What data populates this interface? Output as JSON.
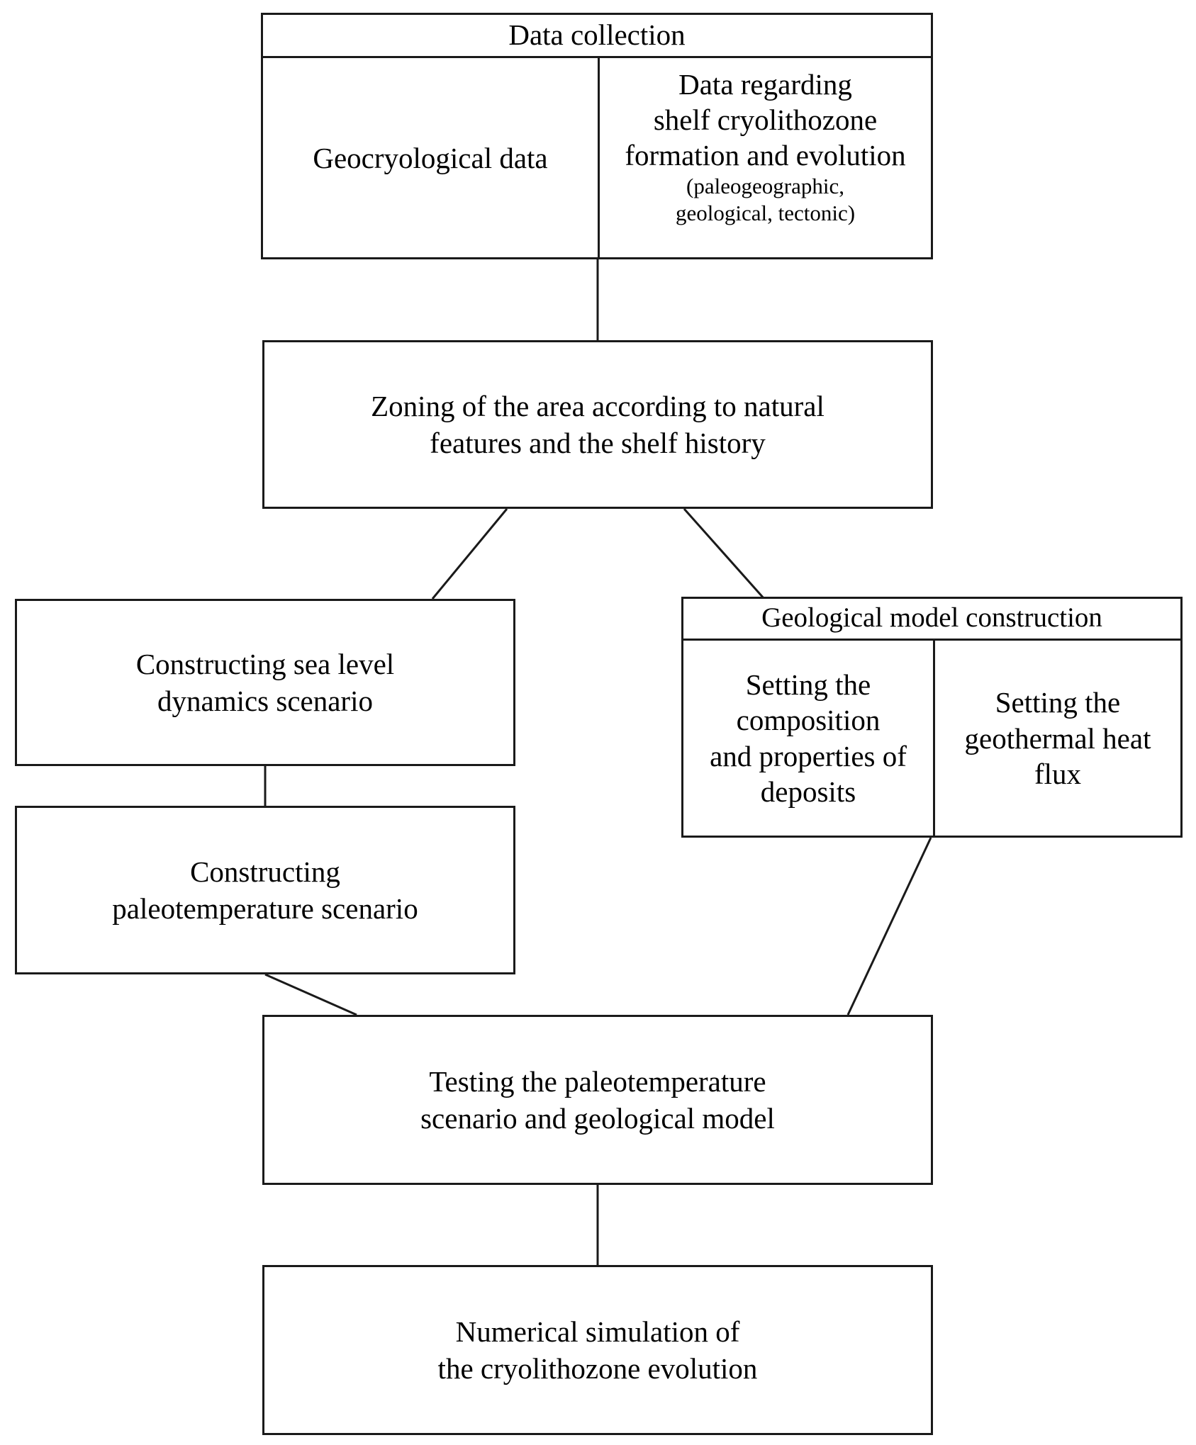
{
  "diagram": {
    "title": "Shelf cryolithozone modelling workflow flowchart",
    "nodes": {
      "data_collection": {
        "header": "Data collection",
        "left_cell": "Geocryological data",
        "right_cell_main": "Data  regarding\nshelf cryolithozone\nformation and evolution",
        "right_cell_sub": "(paleogeographic,\ngeological, tectonic)"
      },
      "zoning": {
        "text": "Zoning of the area according to natural\nfeatures  and the shelf history"
      },
      "sea_level": {
        "text": "Constructing sea level\ndynamics scenario"
      },
      "paleotemperature": {
        "text": "Constructing\npaleotemperature scenario"
      },
      "geological_model": {
        "header": "Geological model construction",
        "left_cell": "Setting the\ncomposition\nand properties of\ndeposits",
        "right_cell": "Setting the\ngeothermal heat\nflux"
      },
      "testing": {
        "text": "Testing the paleotemperature\nscenario and geological model"
      },
      "numerical_simulation": {
        "text": "Numerical simulation of\nthe cryolithozone evolution"
      }
    },
    "colors": {
      "stroke": "#1a1a1a",
      "background": "#ffffff",
      "text": "#000000"
    }
  }
}
